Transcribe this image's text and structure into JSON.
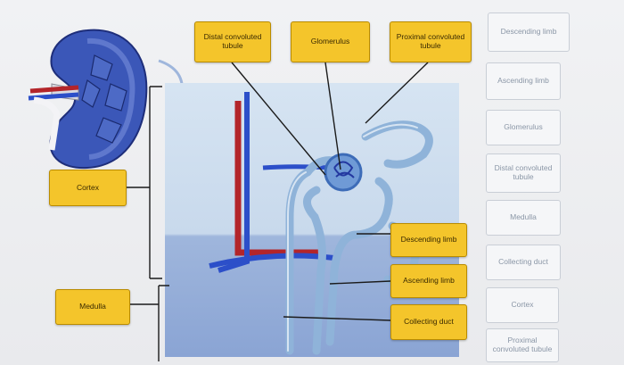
{
  "diagram": {
    "placed_labels": [
      {
        "id": "distal",
        "text": "Distal convoluted tubule"
      },
      {
        "id": "glomerulus",
        "text": "Glomerulus"
      },
      {
        "id": "proximal",
        "text": "Proximal convoluted tubule"
      },
      {
        "id": "cortex",
        "text": "Cortex"
      },
      {
        "id": "medulla",
        "text": "Medulla"
      },
      {
        "id": "descending",
        "text": "Descending limb"
      },
      {
        "id": "ascending",
        "text": "Ascending limb"
      },
      {
        "id": "collecting",
        "text": "Collecting duct"
      }
    ],
    "bank_labels": [
      {
        "id": "b-descending",
        "text": "Descending limb"
      },
      {
        "id": "b-ascending",
        "text": "Ascending limb"
      },
      {
        "id": "b-glomerulus",
        "text": "Glomerulus"
      },
      {
        "id": "b-distal",
        "text": "Distal convoluted tubule"
      },
      {
        "id": "b-medulla",
        "text": "Medulla"
      },
      {
        "id": "b-collecting",
        "text": "Collecting duct"
      },
      {
        "id": "b-cortex",
        "text": "Cortex"
      },
      {
        "id": "b-proximal",
        "text": "Proximal convoluted tubule"
      }
    ]
  },
  "colors": {
    "placed_fill": "#f4c52b",
    "bank_fill": "#f5f6f8",
    "tubule": "#8fb3d9",
    "artery": "#b3252a",
    "vein": "#2c4fc9",
    "kidney": "#3b57b8"
  }
}
